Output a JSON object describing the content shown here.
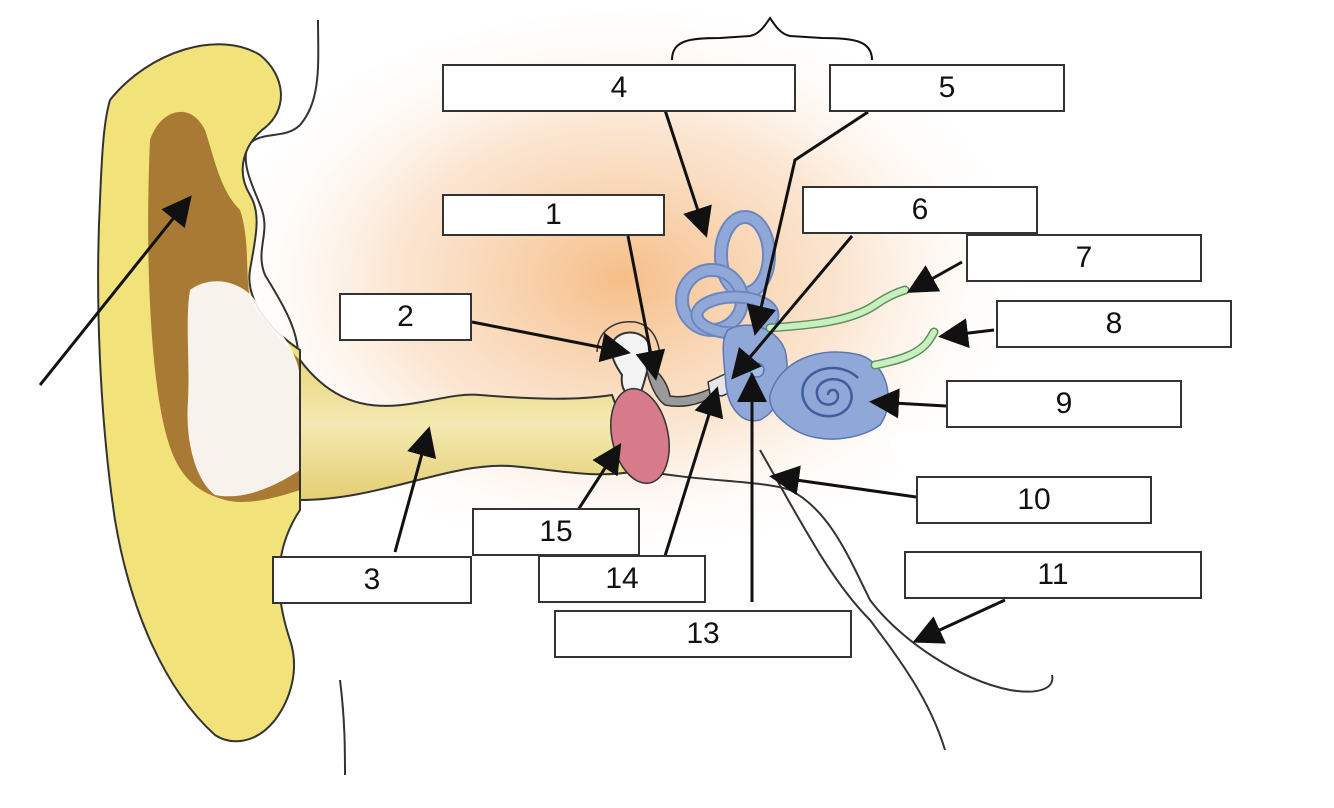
{
  "labels": [
    {
      "id": "4",
      "text": "4"
    },
    {
      "id": "5",
      "text": "5"
    },
    {
      "id": "1",
      "text": "1"
    },
    {
      "id": "6",
      "text": "6"
    },
    {
      "id": "7",
      "text": "7"
    },
    {
      "id": "2",
      "text": "2"
    },
    {
      "id": "8",
      "text": "8"
    },
    {
      "id": "9",
      "text": "9"
    },
    {
      "id": "10",
      "text": "10"
    },
    {
      "id": "15",
      "text": "15"
    },
    {
      "id": "3",
      "text": "3"
    },
    {
      "id": "14",
      "text": "14"
    },
    {
      "id": "11",
      "text": "11"
    },
    {
      "id": "13",
      "text": "13"
    }
  ],
  "colors": {
    "outer_ear": "#f2e27a",
    "canal": "#efe08e",
    "inner_ear": "#8fa8d8",
    "eardrum": "#d77a8a",
    "nerve": "#c7efc0",
    "background": "#f6c9a1",
    "line": "#111111"
  }
}
